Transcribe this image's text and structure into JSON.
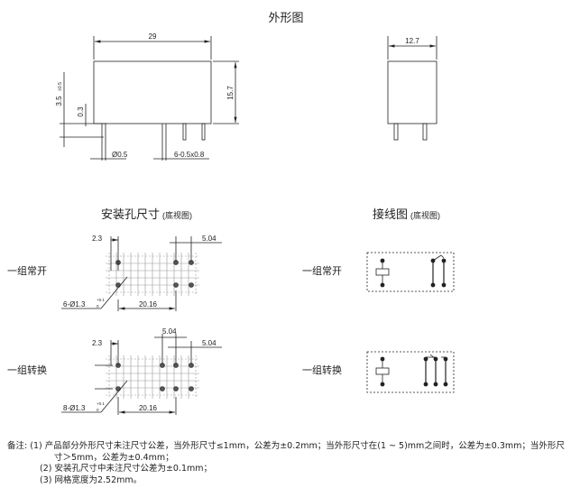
{
  "outline": {
    "title": "外形图",
    "width_dim": "29",
    "height_dim": "15.7",
    "pin_length_dim": "3.5",
    "pin_length_tol": "±0.5",
    "standoff_dim": "0.3",
    "pin_dia_dim": "Ø0.5",
    "pin_size_dim": "6-0.5x0.8",
    "depth_dim": "12.7"
  },
  "mounting": {
    "title": "安装孔尺寸",
    "subtitle": "(底视图)",
    "no_label": "一组常开",
    "co_label": "一组转换",
    "no": {
      "edge_dim": "2.3",
      "pitch_dim": "5.04",
      "span_dim": "20.16",
      "holes": "6-Ø1.3",
      "tol_upper": "+0.1",
      "tol_lower": "0"
    },
    "co": {
      "edge_dim": "2.3",
      "pitch_dim_a": "5.04",
      "pitch_dim_b": "5.04",
      "span_dim": "20.16",
      "holes": "8-Ø1.3",
      "tol_upper": "+0.1",
      "tol_lower": "0"
    }
  },
  "wiring": {
    "title": "接线图",
    "subtitle": "(底视图)",
    "no_label": "一组常开",
    "co_label": "一组转换"
  },
  "notes": {
    "prefix": "备注:",
    "n1a": "(1) 产品部分外形尺寸未注尺寸公差，当外形尺寸≤1mm，公差为±0.2mm；当外形尺寸在(1 ~ 5)mm之间时，公差为±0.3mm；当外形尺",
    "n1b": "寸＞5mm，公差为±0.4mm；",
    "n2": "(2) 安装孔尺寸中未注尺寸公差为±0.1mm；",
    "n3": "(3) 网格宽度为2.52mm。"
  }
}
